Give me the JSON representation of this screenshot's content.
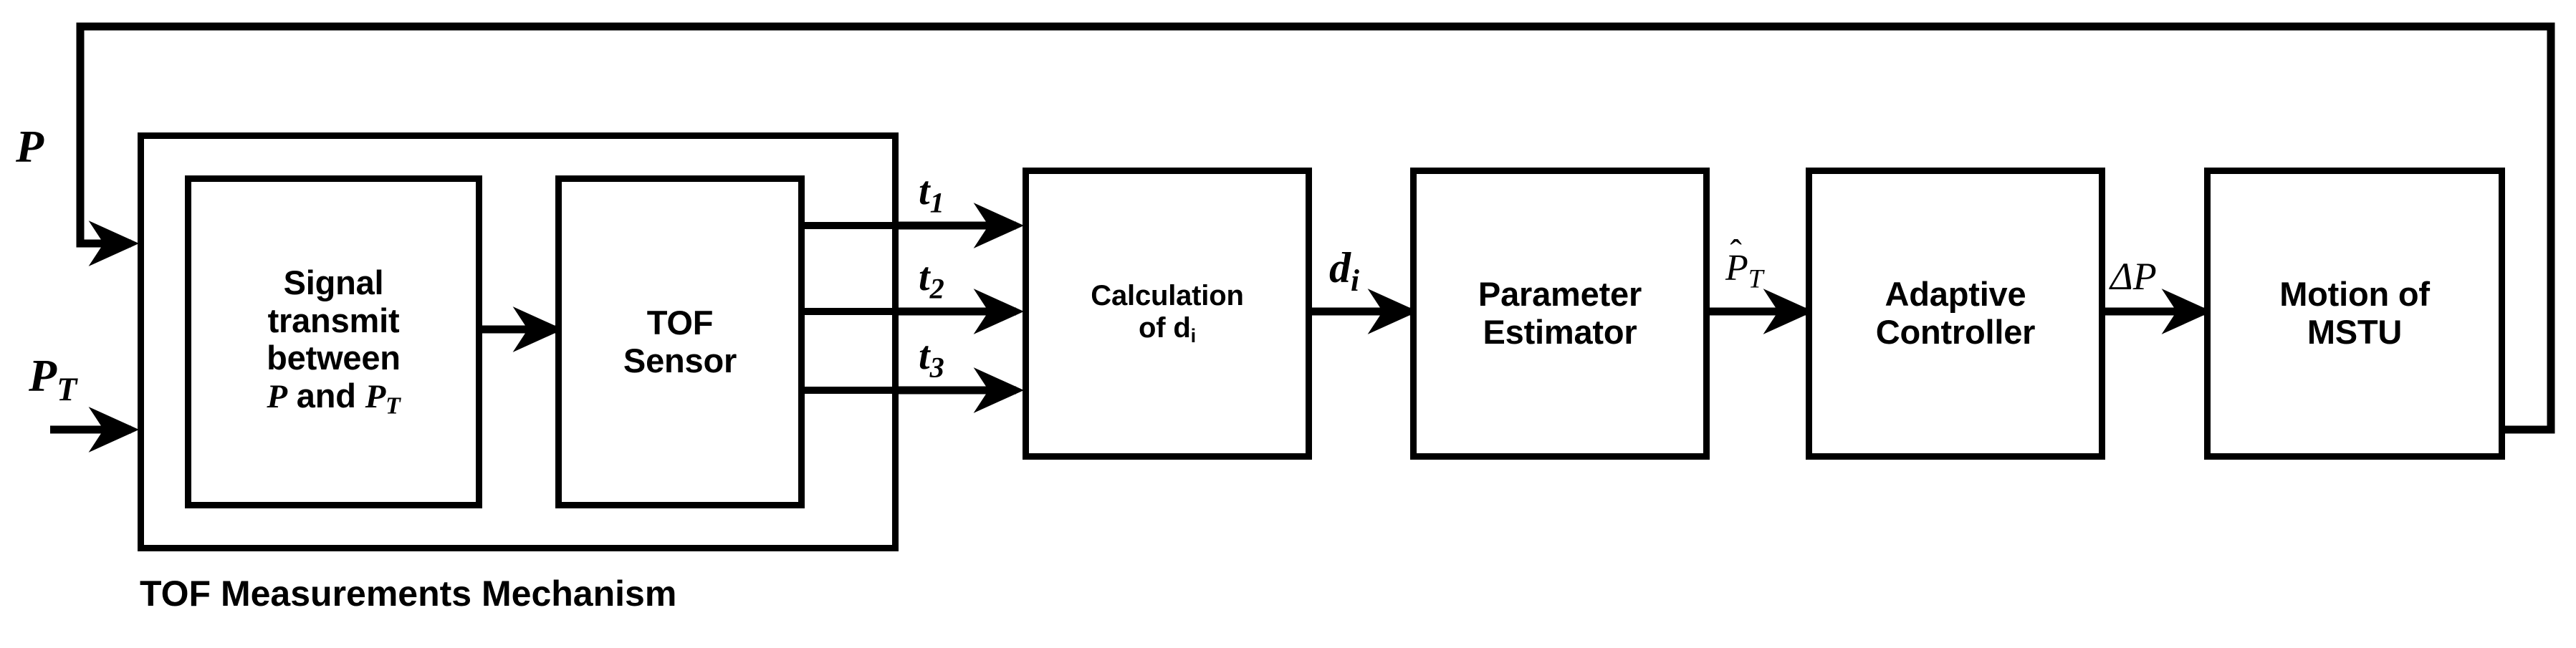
{
  "diagram": {
    "title": "TOF-based adaptive localization block diagram",
    "caption": "TOF  Measurements Mechanism",
    "stroke_color": "#000000",
    "background_color": "#ffffff",
    "group": {
      "name": "TOF Measurements Mechanism",
      "blocks": [
        {
          "id": "signal-transmit",
          "lines": [
            "Signal",
            "transmit",
            "between",
            "P and P_T"
          ]
        },
        {
          "id": "tof-sensor",
          "lines": [
            "TOF",
            "Sensor"
          ]
        }
      ]
    },
    "blocks": [
      {
        "id": "calculation-of-di",
        "lines": [
          "Calculation",
          "of d"
        ],
        "sub": "i"
      },
      {
        "id": "parameter-estimator",
        "lines": [
          "Parameter",
          "Estimator"
        ]
      },
      {
        "id": "adaptive-controller",
        "lines": [
          "Adaptive",
          "Controller"
        ]
      },
      {
        "id": "motion-of-mstu",
        "lines": [
          "Motion of",
          "MSTU"
        ]
      }
    ],
    "signals": {
      "p": {
        "base": "P",
        "sub": "",
        "hat": false
      },
      "pt": {
        "base": "P",
        "sub": "T",
        "hat": false
      },
      "t1": {
        "base": "t",
        "sub": "1",
        "hat": false
      },
      "t2": {
        "base": "t",
        "sub": "2",
        "hat": false
      },
      "t3": {
        "base": "t",
        "sub": "3",
        "hat": false
      },
      "di": {
        "base": "d",
        "sub": "i",
        "hat": false
      },
      "pt_hat": {
        "base": "P",
        "sub": "T",
        "hat": true,
        "hat_glyph": "^"
      },
      "delta_p": {
        "base": "ΔP",
        "sub": "",
        "hat": false
      }
    },
    "block_text": {
      "signal_l1": "Signal",
      "signal_l2": "transmit",
      "signal_l3": "between",
      "signal_l4_pre": "P",
      "signal_l4_mid": " and ",
      "signal_l4_post": "P",
      "signal_l4_sub": "T",
      "tof_l1": "TOF",
      "tof_l2": "Sensor",
      "calc_l1": "Calculation",
      "calc_l2": "of d",
      "calc_l2_sub": "i",
      "param_l1": "Parameter",
      "param_l2": "Estimator",
      "adapt_l1": "Adaptive",
      "adapt_l2": "Controller",
      "motion_l1": "Motion of",
      "motion_l2": "MSTU"
    },
    "signal_text": {
      "p": "P",
      "pt_base": "P",
      "pt_sub": "T",
      "t1_base": "t",
      "t1_sub": "1",
      "t2_base": "t",
      "t2_sub": "2",
      "t3_base": "t",
      "t3_sub": "3",
      "di_base": "d",
      "di_sub": "i",
      "pthat_base": "P",
      "pthat_sub": "T",
      "pthat_hat": "ˆ",
      "deltap": "ΔP"
    }
  }
}
